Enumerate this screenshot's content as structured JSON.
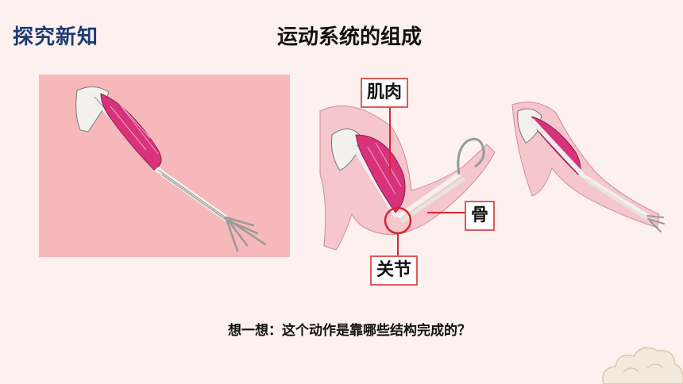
{
  "header": {
    "section_label": "探究新知",
    "title": "运动系统的组成"
  },
  "labels": {
    "muscle": "肌肉",
    "bone": "骨",
    "joint": "关节"
  },
  "question": "想一想：这个动作是靠哪些结构完成的？",
  "colors": {
    "title_blue": "#1f3b73",
    "label_border": "#e05a5a",
    "muscle_pink": "#d8337a",
    "skin_pink": "#f5c6cc",
    "photo_bg": "#f6b8bb"
  }
}
